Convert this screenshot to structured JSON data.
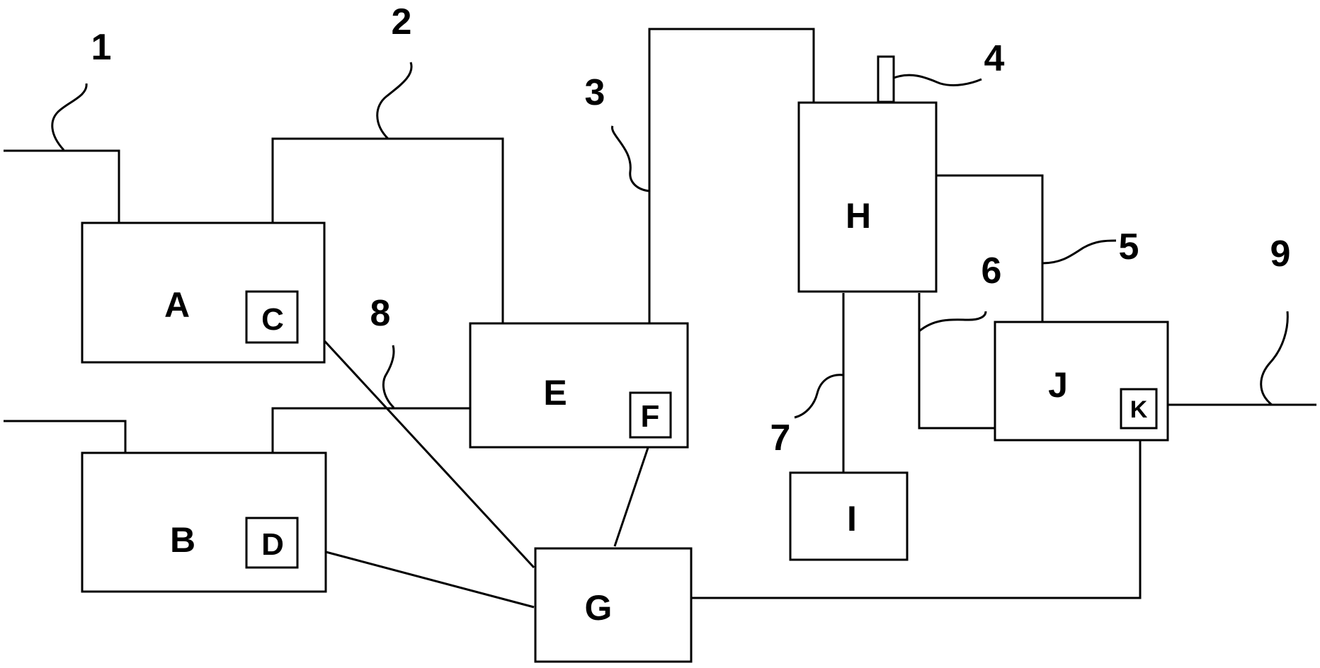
{
  "boxes": {
    "A": "A",
    "B": "B",
    "C": "C",
    "D": "D",
    "E": "E",
    "F": "F",
    "G": "G",
    "H": "H",
    "I": "I",
    "J": "J",
    "K": "K"
  },
  "callouts": {
    "n1": "1",
    "n2": "2",
    "n3": "3",
    "n4": "4",
    "n5": "5",
    "n6": "6",
    "n7": "7",
    "n8": "8",
    "n9": "9"
  }
}
